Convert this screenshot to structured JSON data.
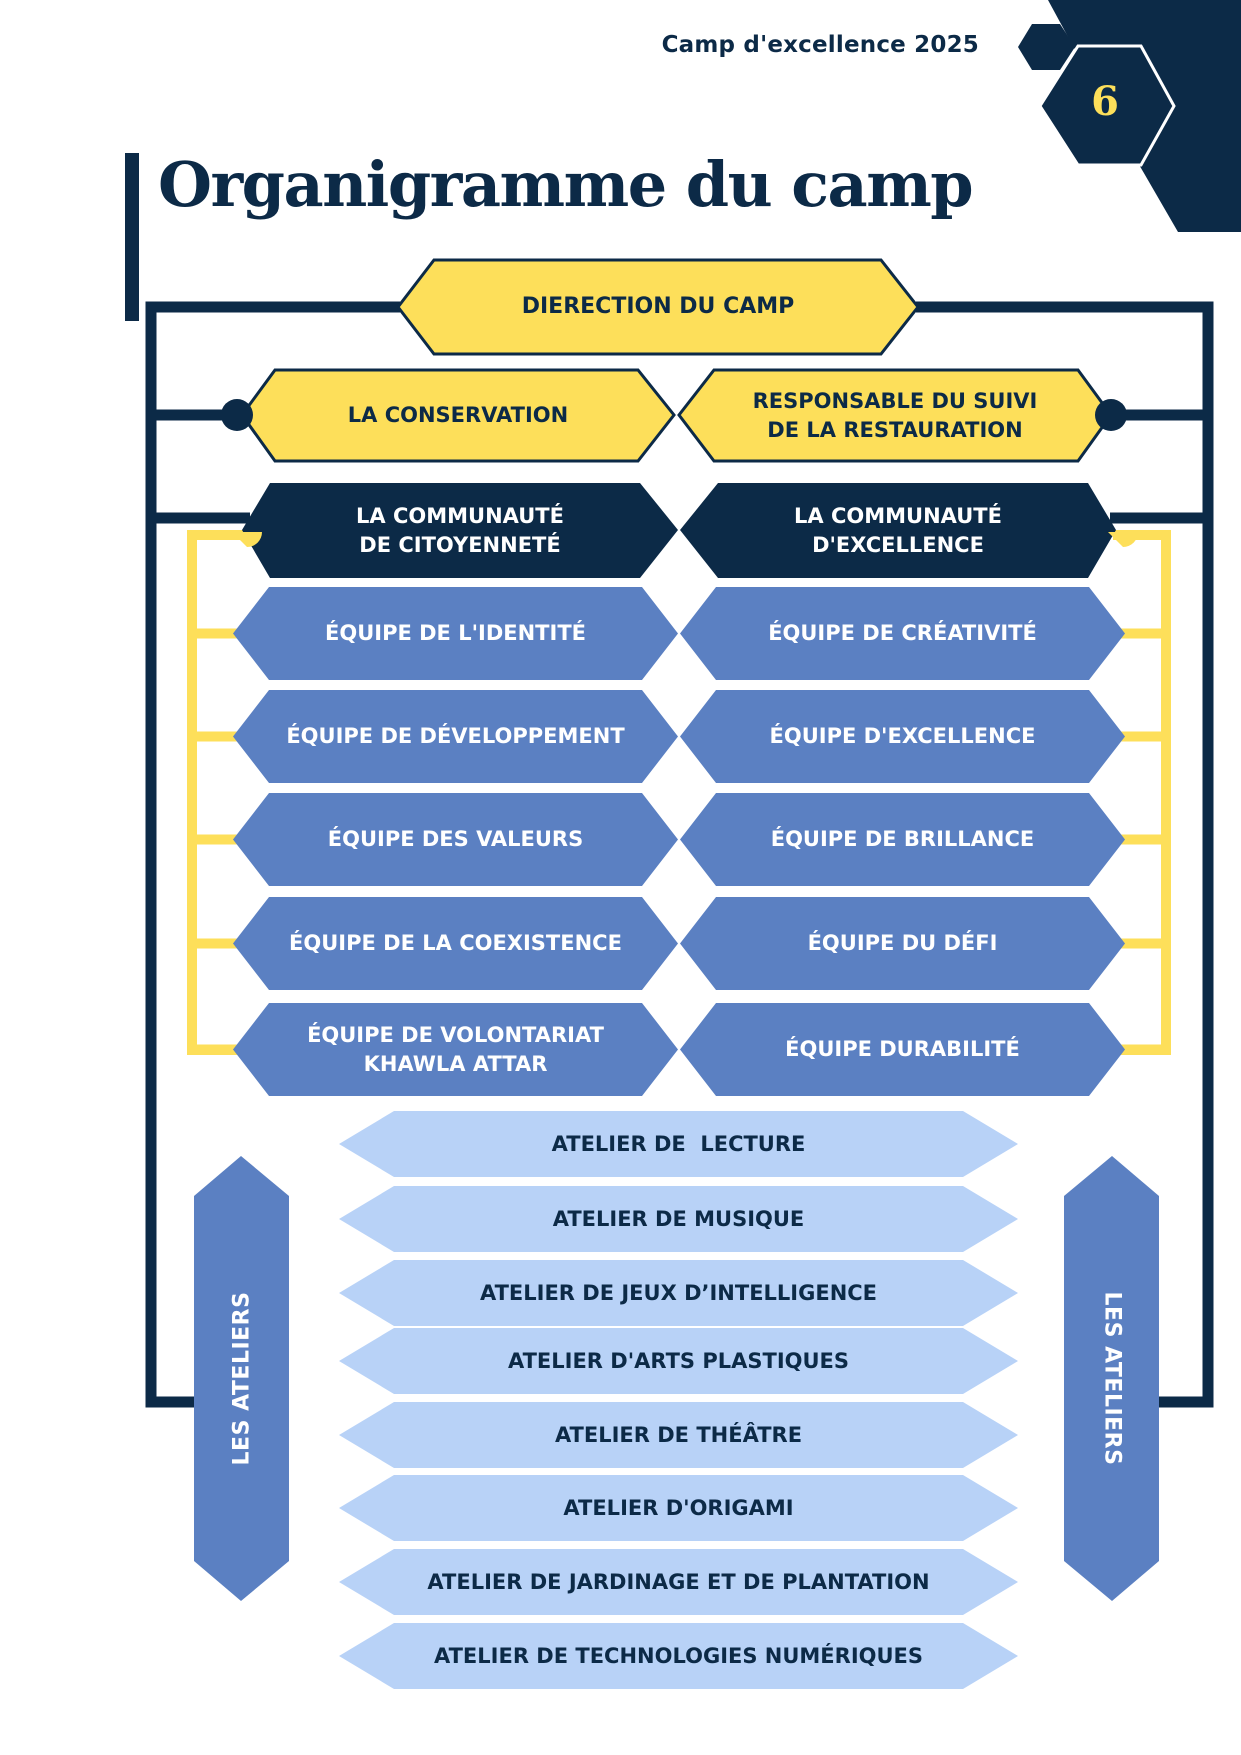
{
  "header": {
    "title": "Camp d'excellence 2025",
    "page_number": "6"
  },
  "page_title": "Organigramme du camp",
  "colors": {
    "navy": "#0c2a47",
    "yellow": "#fddf5a",
    "blue": "#5b80c2",
    "light_blue": "#b8d2f7",
    "white": "#ffffff"
  },
  "chart": {
    "direction": "DIERECTION DU CAMP",
    "level2": [
      "LA CONSERVATION",
      "RESPONSABLE DU SUIVI\nDE LA RESTAURATION"
    ],
    "communities": [
      {
        "name": "LA COMMUNAUTÉ\nDE CITOYENNETÉ",
        "teams": [
          "ÉQUIPE DE L'IDENTITÉ",
          "ÉQUIPE DE DÉVELOPPEMENT",
          "ÉQUIPE DES VALEURS",
          "ÉQUIPE DE LA COEXISTENCE",
          "ÉQUIPE DE VOLONTARIAT\nKHAWLA ATTAR"
        ]
      },
      {
        "name": "LA COMMUNAUTÉ\nD'EXCELLENCE",
        "teams": [
          "ÉQUIPE DE CRÉATIVITÉ",
          "ÉQUIPE D'EXCELLENCE",
          "ÉQUIPE DE BRILLANCE",
          "ÉQUIPE DU DÉFI",
          "ÉQUIPE DURABILITÉ"
        ]
      }
    ],
    "workshops_label": "LES ATELIERS",
    "workshops": [
      "ATELIER DE  LECTURE",
      "ATELIER DE MUSIQUE",
      "ATELIER DE JEUX D’INTELLIGENCE",
      "ATELIER D'ARTS PLASTIQUES",
      "ATELIER DE THÉÂTRE",
      "ATELIER D'ORIGAMI",
      "ATELIER DE JARDINAGE ET DE PLANTATION",
      "ATELIER DE TECHNOLOGIES NUMÉRIQUES"
    ]
  }
}
